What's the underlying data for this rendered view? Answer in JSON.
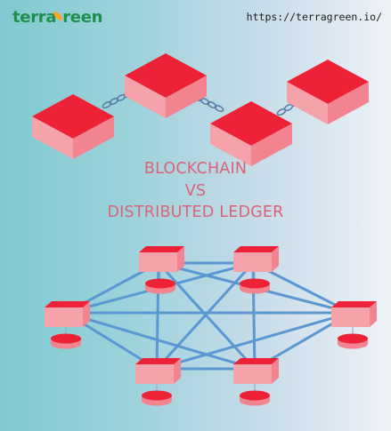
{
  "brand": {
    "logo_prefix": "terra",
    "logo_suffix": "reen",
    "url": "https://terragreen.io/"
  },
  "title": {
    "line1": "BLOCKCHAIN",
    "line2": "VS",
    "line3": "DISTRIBUTED LEDGER"
  },
  "colors": {
    "block_top": "#ee2236",
    "block_side": "#f1848f",
    "block_front": "#f6a2ab",
    "chain_link": "#5a7fa8",
    "network_line": "#5b97d1",
    "title_text": "#d9627a",
    "brand_green": "#1f8f4d",
    "brand_orange": "#f5a623"
  }
}
